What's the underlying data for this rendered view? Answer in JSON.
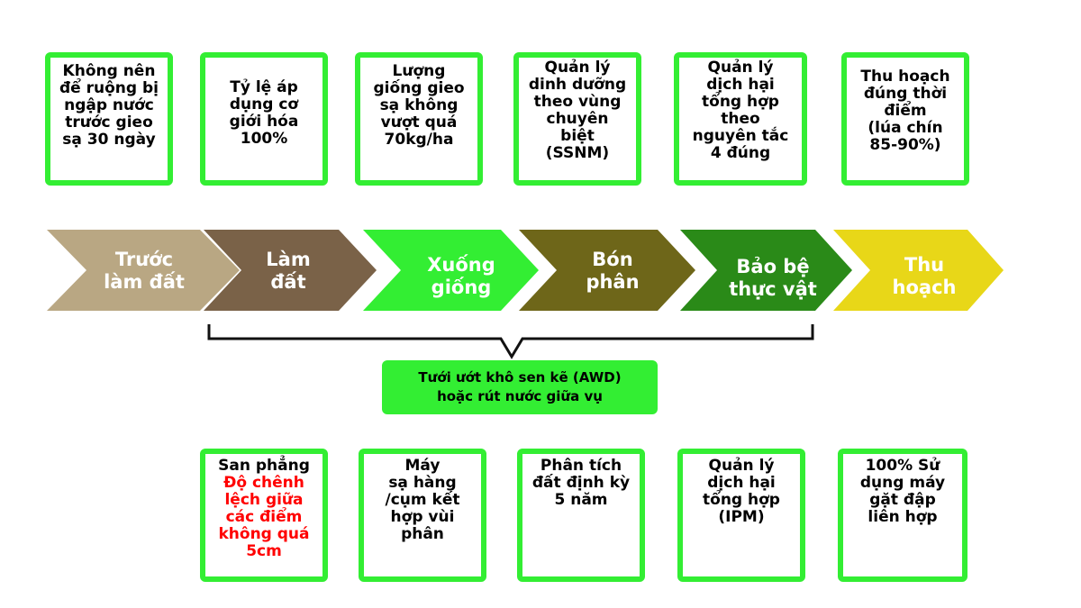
{
  "top_boxes": [
    {
      "lines": [
        "Không nên",
        "để ruộng bị",
        "ngập nước",
        "trước gieo",
        "sạ 30 ngày"
      ]
    },
    {
      "lines": [
        "Tỷ lệ áp",
        "dụng cơ",
        "giới hóa",
        "100%"
      ]
    },
    {
      "lines": [
        "Lượng",
        "giống gieo",
        "sạ không",
        "vượt quá",
        "70kg/ha"
      ]
    },
    {
      "lines": [
        "Quản lý",
        "dinh dưỡng",
        "theo vùng",
        "chuyên",
        "biệt",
        "(SSNM)"
      ]
    },
    {
      "lines": [
        "Quản lý",
        "dịch hại",
        "tổng hợp",
        "theo",
        "nguyên tắc",
        "4 đúng"
      ]
    },
    {
      "lines": [
        "Thu hoạch",
        "đúng thời",
        "điểm",
        "(lúa chín",
        "85-90%)"
      ]
    }
  ],
  "stages": [
    {
      "lines": [
        "Trước",
        "làm đất"
      ],
      "color": "#b9a783"
    },
    {
      "lines": [
        "Làm",
        "đất"
      ],
      "color": "#7a6248"
    },
    {
      "lines": [
        "Xuống",
        "giống"
      ],
      "color": "#33ee33"
    },
    {
      "lines": [
        "Bón",
        "phân"
      ],
      "color": "#6e6619"
    },
    {
      "lines": [
        "Bảo bệ",
        "thực vật"
      ],
      "color": "#2a8a18"
    },
    {
      "lines": [
        "Thu",
        "hoạch"
      ],
      "color": "#e8d718"
    }
  ],
  "awd": {
    "line1": "Tưới ướt khô sen kẽ (AWD)",
    "line2": "hoặc rút nước giữa vụ",
    "color": "#33ee33"
  },
  "bottom_boxes": [
    {
      "lines": [
        "San phẳng"
      ],
      "red_lines": [
        "Độ chênh",
        "lệch giữa",
        "các điểm",
        "không quá",
        "5cm"
      ]
    },
    {
      "lines": [
        "Máy",
        "sạ hàng",
        "/cụm kết",
        "hợp vùi",
        "phân"
      ]
    },
    {
      "lines": [
        "Phân tích",
        "đất định kỳ",
        "5 năm"
      ]
    },
    {
      "lines": [
        "Quản lý",
        "dịch hại",
        "tổng hợp",
        "(IPM)"
      ]
    },
    {
      "lines": [
        "100% Sử",
        "dụng máy",
        "gặt đập",
        "liên hợp"
      ]
    }
  ],
  "colors": {
    "box_border": "#33ee33",
    "highlight_text": "#ff0000"
  }
}
